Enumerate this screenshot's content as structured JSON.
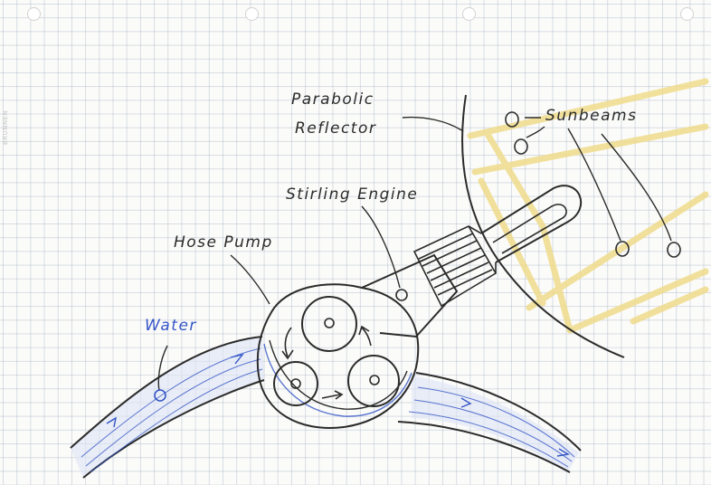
{
  "brand_text": "BRUNNEN",
  "labels": {
    "parabolic": "Parabolic",
    "reflector": "Reflector",
    "sunbeams": "Sunbeams",
    "stirling_engine": "Stirling Engine",
    "hose_pump": "Hose Pump",
    "water": "Water"
  },
  "colors": {
    "ink": "#2b2b2b",
    "water_blue": "#3456c6",
    "sunbeam_yellow": "#f0dc8c",
    "grid": "#a8b4c4"
  }
}
